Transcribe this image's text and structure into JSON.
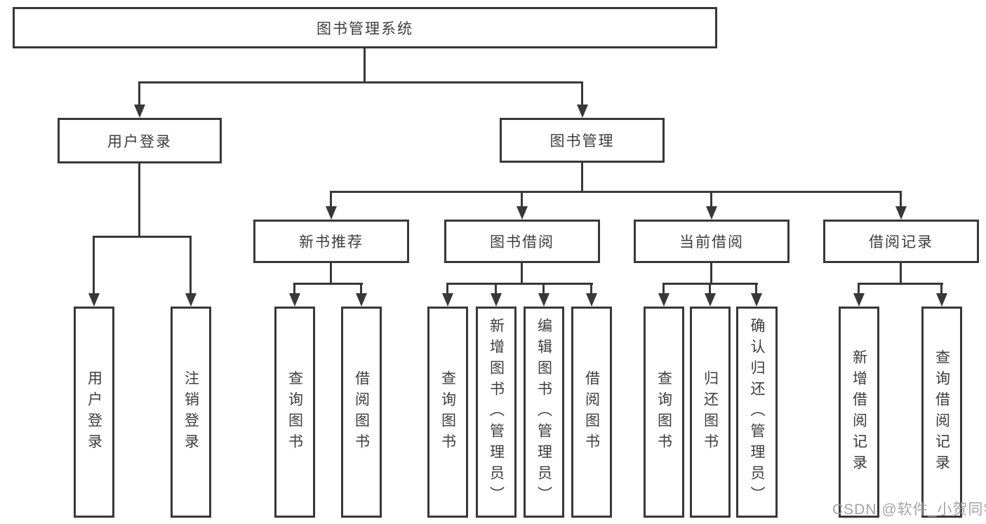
{
  "diagram": {
    "title_node": {
      "label": "图书管理系统"
    },
    "level2": [
      {
        "label": "用户登录"
      },
      {
        "label": "图书管理"
      }
    ],
    "level3": [
      {
        "label": "新书推荐"
      },
      {
        "label": "图书借阅"
      },
      {
        "label": "当前借阅"
      },
      {
        "label": "借阅记录"
      }
    ],
    "leaves": {
      "user_login": [
        {
          "label": "用户登录"
        },
        {
          "label": "注销登录"
        }
      ],
      "new_book_recommend": [
        {
          "label": "查询图书"
        },
        {
          "label": "借阅图书"
        }
      ],
      "book_borrow": [
        {
          "label": "查询图书"
        },
        {
          "label": "新增图书（管理员）"
        },
        {
          "label": "编辑图书（管理员）"
        },
        {
          "label": "借阅图书"
        }
      ],
      "current_borrow": [
        {
          "label": "查询图书"
        },
        {
          "label": "归还图书"
        },
        {
          "label": "确认归还（管理员）"
        }
      ],
      "borrow_records": [
        {
          "label": "新增借阅记录"
        },
        {
          "label": "查询借阅记录"
        }
      ]
    }
  },
  "watermark": {
    "text": "CSDN @软件_小贺同学"
  },
  "colors": {
    "line": "#383838",
    "text": "#3d3d3d",
    "background": "#ffffff",
    "watermark": "#9e9e9e"
  }
}
